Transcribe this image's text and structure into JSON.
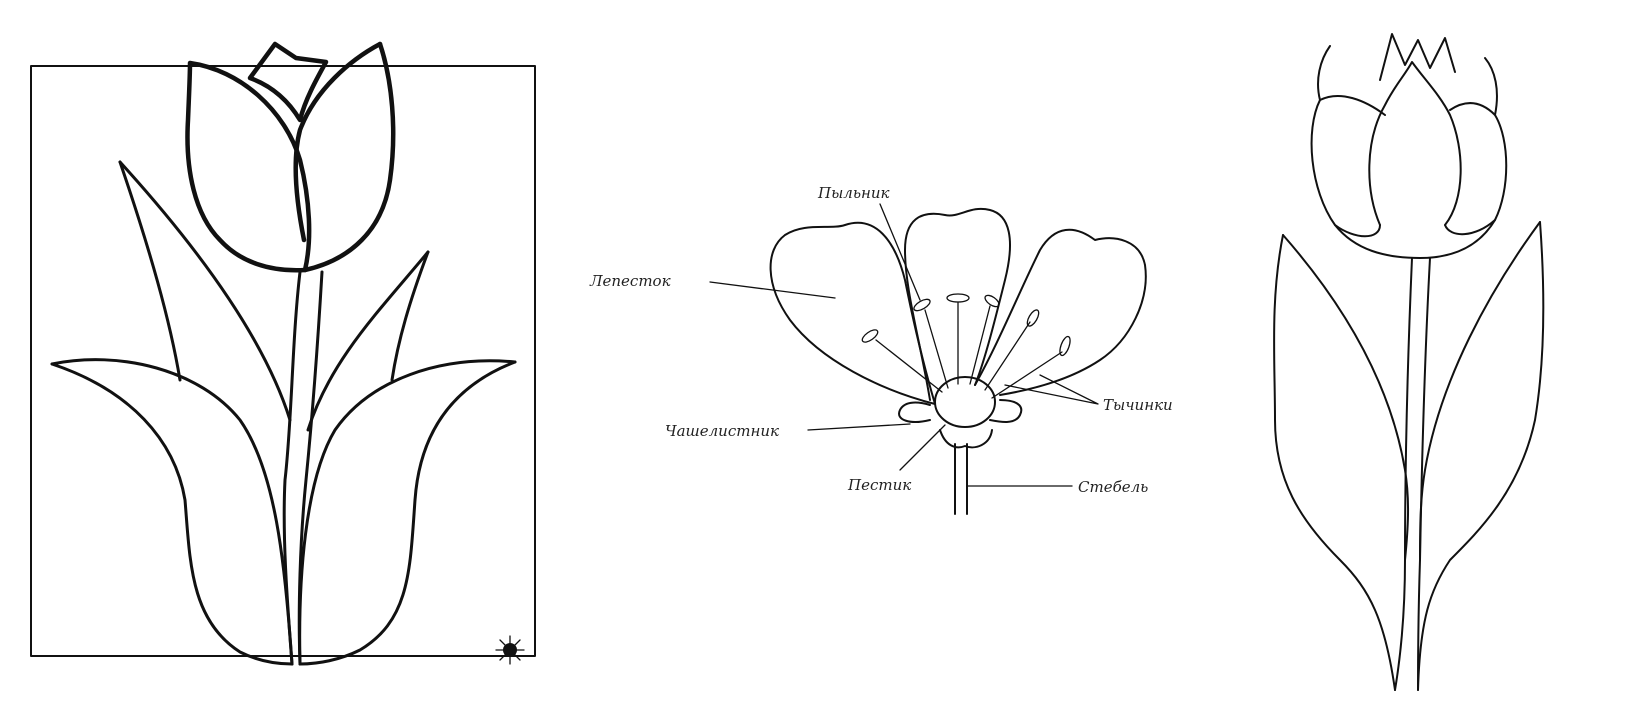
{
  "figures": {
    "left_tulip": {
      "icon": "tulip-outline-icon"
    },
    "flower_diagram": {
      "icon": "flower-structure-icon",
      "labels": {
        "anther": "Пыльник",
        "petal": "Лепесток",
        "stamens": "Тычинки",
        "sepal": "Чашелистник",
        "pistil": "Пестик",
        "stem": "Стебель"
      }
    },
    "right_tulip": {
      "icon": "tulip-outline-icon"
    }
  }
}
